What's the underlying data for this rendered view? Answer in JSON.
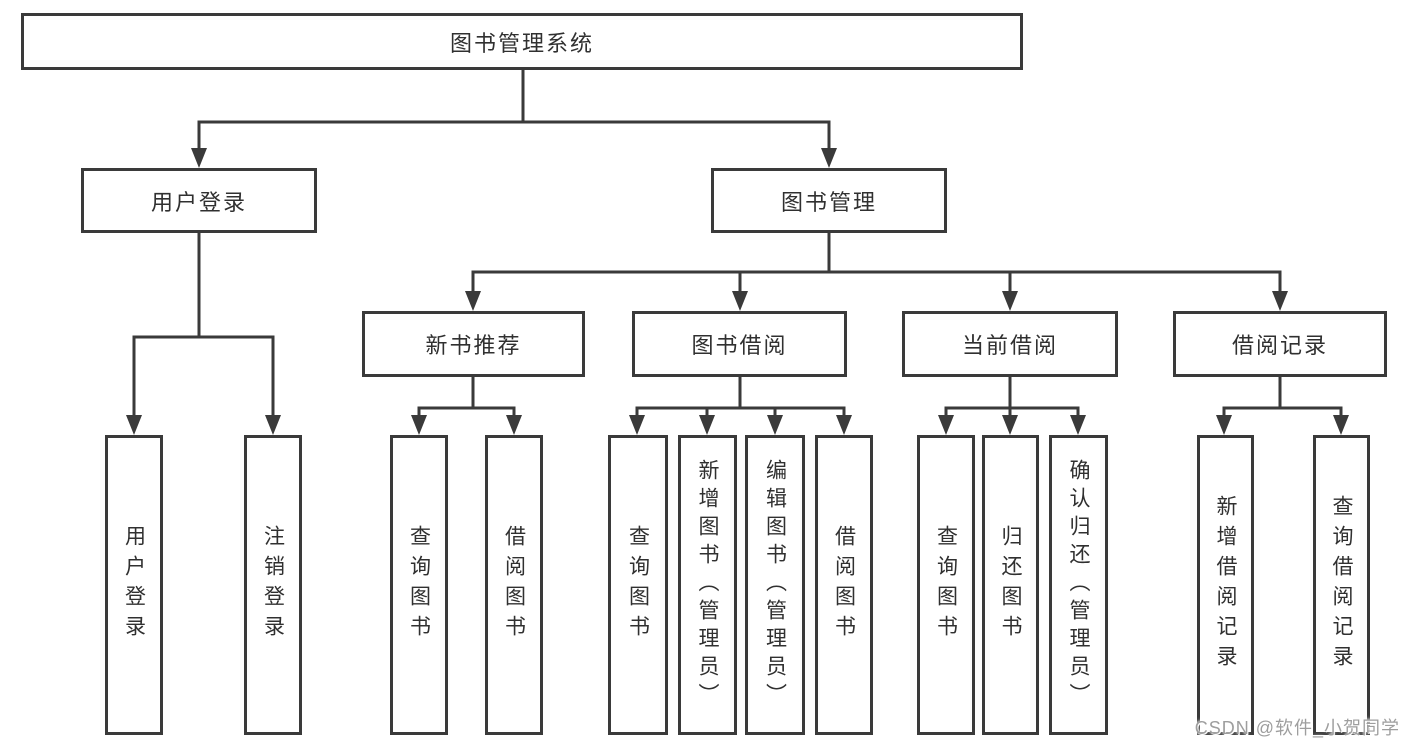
{
  "diagram": {
    "type": "functional-decomposition-tree",
    "title": "图书管理系统",
    "colors": {
      "line": "#3a3a3a",
      "box_border": "#3a3a3a",
      "text": "#303030",
      "background": "#ffffff",
      "watermark": "#9e9e9e"
    }
  },
  "hierarchy": {
    "label": "图书管理系统",
    "children": [
      {
        "label": "用户登录",
        "children": [
          {
            "label": "用户登录"
          },
          {
            "label": "注销登录"
          }
        ]
      },
      {
        "label": "图书管理",
        "children": [
          {
            "label": "新书推荐",
            "children": [
              {
                "label": "查询图书"
              },
              {
                "label": "借阅图书"
              }
            ]
          },
          {
            "label": "图书借阅",
            "children": [
              {
                "label": "查询图书"
              },
              {
                "label": "新增图书（管理员）"
              },
              {
                "label": "编辑图书（管理员）"
              },
              {
                "label": "借阅图书"
              }
            ]
          },
          {
            "label": "当前借阅",
            "children": [
              {
                "label": "查询图书"
              },
              {
                "label": "归还图书"
              },
              {
                "label": "确认归还（管理员）"
              }
            ]
          },
          {
            "label": "借阅记录",
            "children": [
              {
                "label": "新增借阅记录"
              },
              {
                "label": "查询借阅记录"
              }
            ]
          }
        ]
      }
    ]
  },
  "watermark": {
    "text": "CSDN @软件_小贺同学"
  }
}
